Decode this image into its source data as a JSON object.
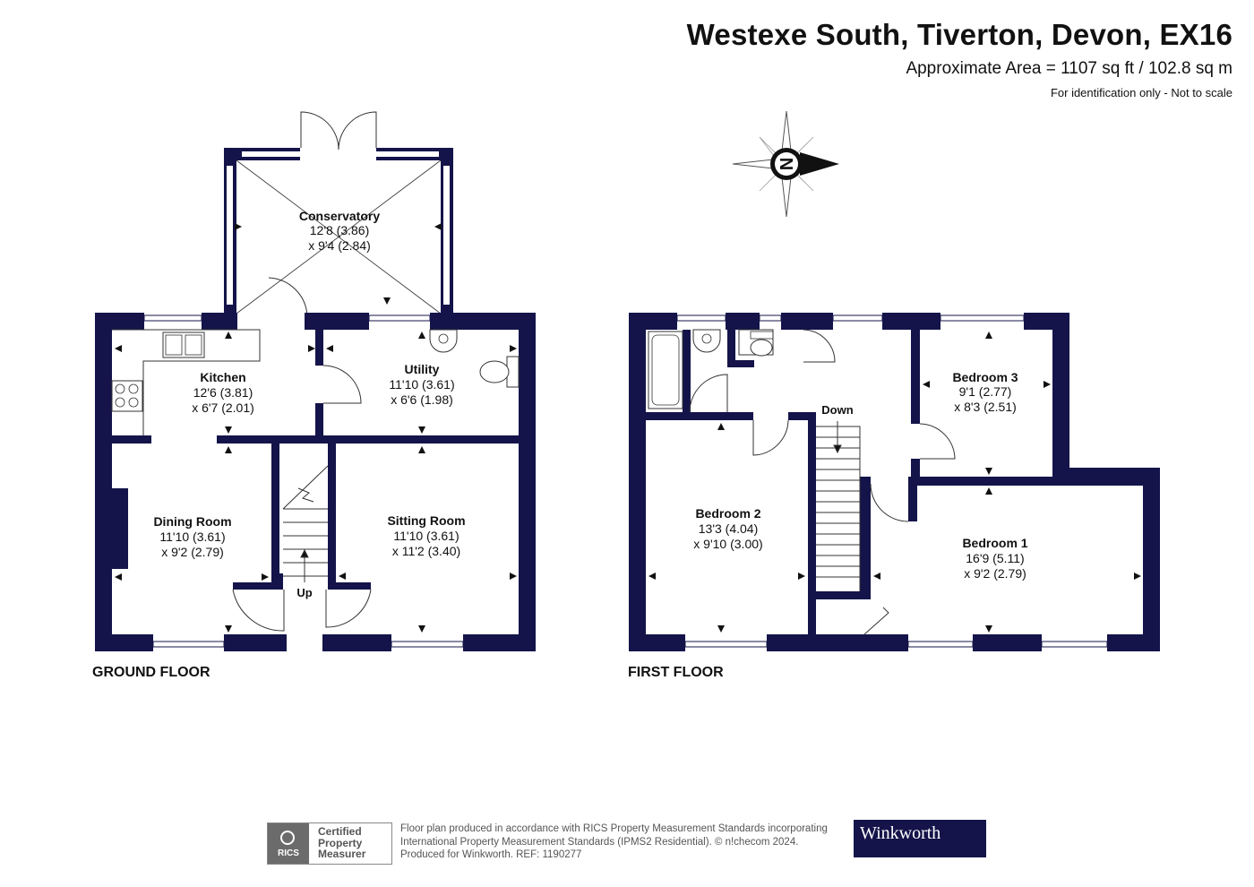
{
  "header": {
    "title": "Westexe South, Tiverton, Devon, EX16",
    "area": "Approximate Area = 1107 sq ft / 102.8 sq m",
    "note": "For identification only - Not to scale"
  },
  "compass": {
    "label": "N"
  },
  "floors": {
    "ground": "GROUND FLOOR",
    "first": "FIRST FLOOR"
  },
  "rooms": {
    "conservatory": {
      "name": "Conservatory",
      "dim1": "12'8 (3.86)",
      "dim2": "x 9'4 (2.84)"
    },
    "kitchen": {
      "name": "Kitchen",
      "dim1": "12'6 (3.81)",
      "dim2": "x 6'7 (2.01)"
    },
    "utility": {
      "name": "Utility",
      "dim1": "11'10 (3.61)",
      "dim2": "x 6'6 (1.98)"
    },
    "dining": {
      "name": "Dining Room",
      "dim1": "11'10 (3.61)",
      "dim2": "x 9'2 (2.79)"
    },
    "sitting": {
      "name": "Sitting Room",
      "dim1": "11'10 (3.61)",
      "dim2": "x 11'2 (3.40)"
    },
    "bedroom3": {
      "name": "Bedroom 3",
      "dim1": "9'1 (2.77)",
      "dim2": "x 8'3 (2.51)"
    },
    "bedroom2": {
      "name": "Bedroom 2",
      "dim1": "13'3 (4.04)",
      "dim2": "x 9'10 (3.00)"
    },
    "bedroom1": {
      "name": "Bedroom 1",
      "dim1": "16'9 (5.11)",
      "dim2": "x 9'2 (2.79)"
    }
  },
  "stairs": {
    "up": "Up",
    "down": "Down"
  },
  "footer": {
    "rics_logo": "RICS",
    "rics_line1": "Certified",
    "rics_line2": "Property",
    "rics_line3": "Measurer",
    "line1": "Floor plan produced in accordance with RICS Property Measurement Standards incorporating",
    "line2": "International Property Measurement Standards (IPMS2 Residential).  © n!checom 2024.",
    "line3": "Produced for Winkworth.    REF: 1190277",
    "brand": "Winkworth"
  },
  "colors": {
    "wall": "#14144a",
    "text": "#111111"
  }
}
